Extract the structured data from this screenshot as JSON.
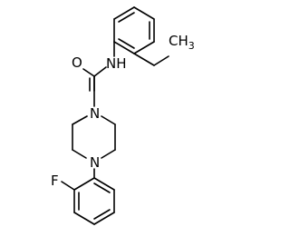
{
  "molecule": {
    "atom_labels": {
      "amide_nh": "NH",
      "amide_o": "O",
      "piperazine_n1": "N",
      "piperazine_n4": "N",
      "fluoro": "F",
      "methyl": "CH",
      "methyl_sub": "3"
    }
  },
  "colors": {
    "bond": "#000000",
    "text": "#000000",
    "background": "#ffffff"
  }
}
